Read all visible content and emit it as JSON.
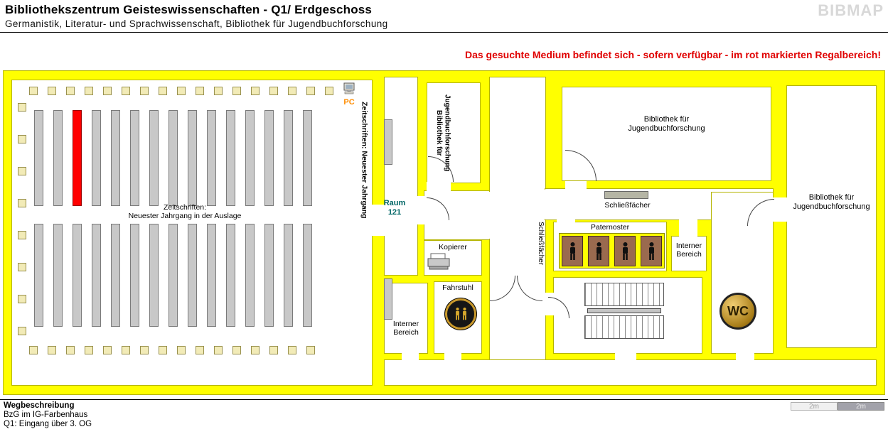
{
  "header": {
    "title": "Bibliothekszentrum Geisteswissenschaften - Q1/ Erdgeschoss",
    "subtitle": "Germanistik, Literatur- und Sprachwissenschaft, Bibliothek für Jugendbuchforschung",
    "logo": "BIBMAP"
  },
  "notice": "Das gesuchte Medium befindet sich - sofern verfügbar - im rot markierten Regalbereich!",
  "map": {
    "labels": {
      "pc": "PC",
      "zeitschriften_vertical": "Zeitschriften: Neuester Jahrgang",
      "zeitschriften_auslage": "Zeitschriften:\nNeuester Jahrgang in der Auslage",
      "raum_121": "Raum\n121",
      "bib_jugendbuch_vertical": "Bibliothek für\nJugendbuchforschung",
      "bib_jugendbuch_top": "Bibliothek für\nJugendbuchforschung",
      "bib_jugendbuch_right": "Bibliothek für\nJugendbuchforschung",
      "schliessfaecher_horizontal": "Schließfächer",
      "schliessfaecher_vertical": "Schließfächer",
      "paternoster": "Paternoster",
      "interner_bereich_right": "Interner\nBereich",
      "interner_bereich_left": "Interner\nBereich",
      "kopierer": "Kopierer",
      "fahrstuhl": "Fahrstuhl",
      "wc": "WC"
    },
    "colors": {
      "wall": "#FFFF00",
      "highlight_shelf": "#FF0000",
      "shelf": "#C8C8C8",
      "desk": "#F2EBB7",
      "notice_red": "#E00000",
      "raum_teal": "#006666",
      "pc_orange": "#FF8C00",
      "paternoster_brown": "#9A6A4F"
    }
  },
  "footer": {
    "heading": "Wegbeschreibung",
    "line1": "BzG im IG-Farbenhaus",
    "line2": "Q1: Eingang über 3. OG",
    "scale": [
      "2m",
      "2m"
    ]
  }
}
